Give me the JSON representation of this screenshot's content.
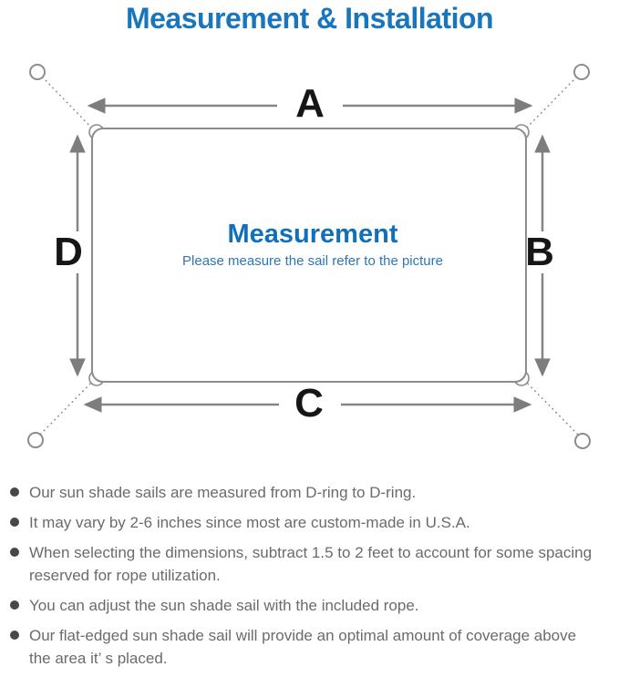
{
  "title": "Measurement & Installation",
  "diagram": {
    "labels": {
      "top": "A",
      "right": "B",
      "bottom": "C",
      "left": "D"
    },
    "center_title": "Measurement",
    "center_subtitle": "Please measure the sail refer to the picture"
  },
  "notes": [
    "Our sun shade sails are measured from D-ring to D-ring.",
    "It may vary by 2-6 inches since most are custom-made in U.S.A.",
    "When selecting the dimensions, subtract 1.5 to 2 feet to account for some spacing\nreserved for rope utilization.",
    "You can adjust the sun shade sail with the included rope.",
    "Our flat-edged sun shade sail will provide an optimal amount of coverage above\nthe area it’ s placed."
  ],
  "colors": {
    "title_blue": "#1976bd",
    "center_title_blue": "#1070bb",
    "center_subtitle_blue": "#2d77b8",
    "line_gray": "#858585",
    "label_black": "#161616",
    "note_gray": "#6b6b6b"
  }
}
